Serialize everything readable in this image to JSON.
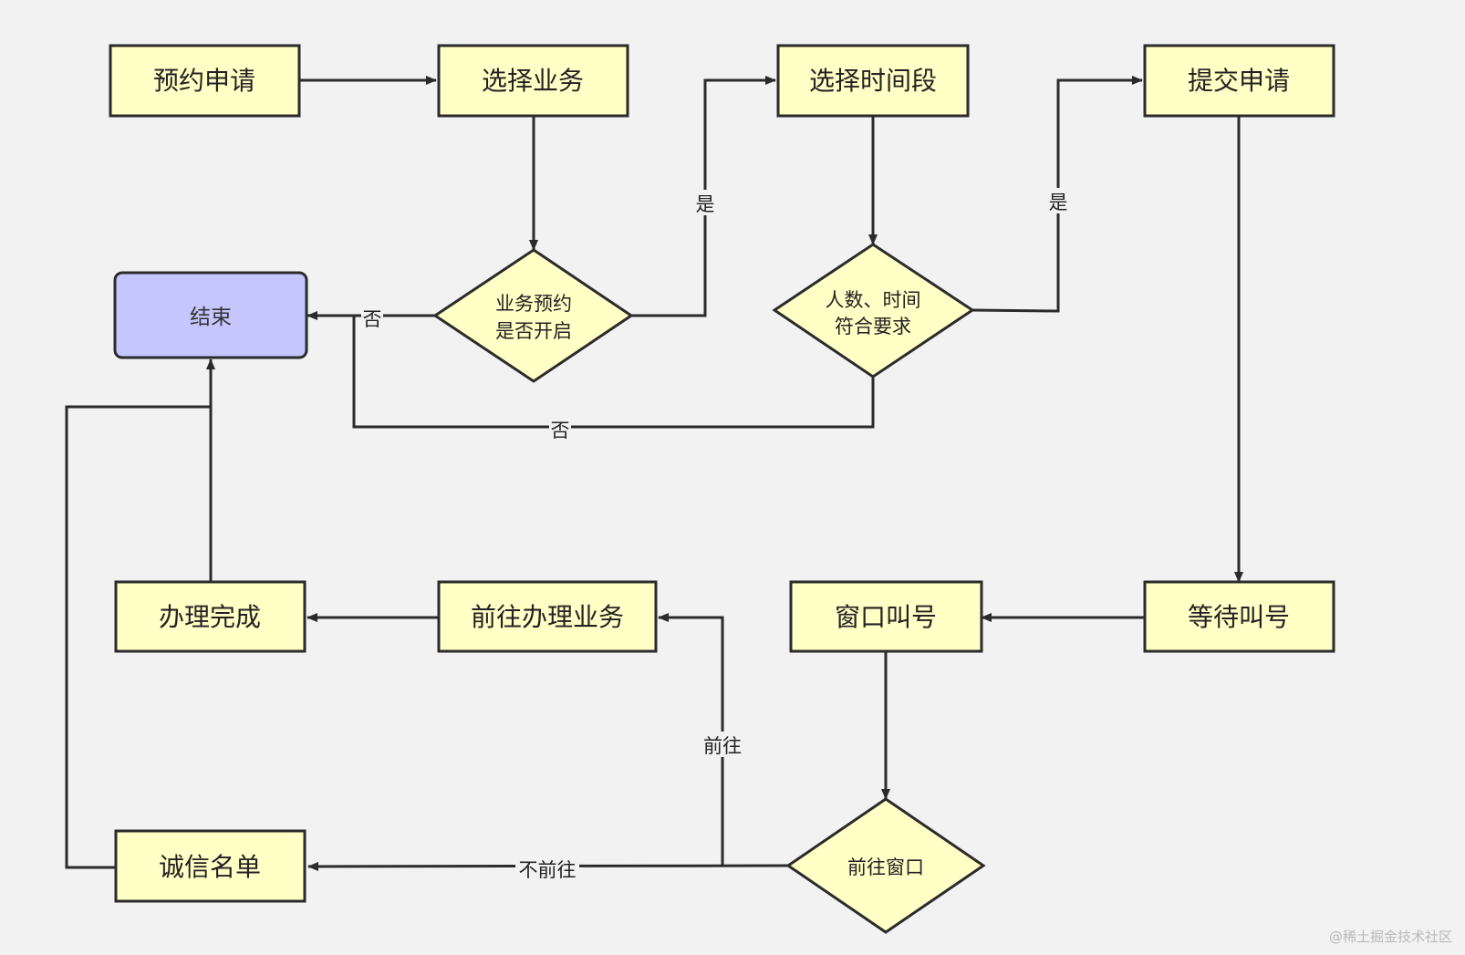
{
  "colors": {
    "background": "#f2f2f2",
    "process_fill": "#ffffc6",
    "end_fill": "#c6c6ff",
    "stroke": "#2b2b2b"
  },
  "nodes": {
    "apply": "预约申请",
    "select_business": "选择业务",
    "select_time": "选择时间段",
    "submit": "提交申请",
    "end": "结束",
    "business_open_line1": "业务预约",
    "business_open_line2": "是否开启",
    "time_ok_line1": "人数、时间",
    "time_ok_line2": "符合要求",
    "done": "办理完成",
    "go_handle": "前往办理业务",
    "window_call": "窗口叫号",
    "wait_call": "等待叫号",
    "credit_list": "诚信名单",
    "go_window": "前往窗口"
  },
  "edges": {
    "yes_business": "是",
    "yes_time": "是",
    "no_business": "否",
    "no_time": "否",
    "go": "前往",
    "not_go": "不前往"
  },
  "watermark": "@稀土掘金技术社区"
}
